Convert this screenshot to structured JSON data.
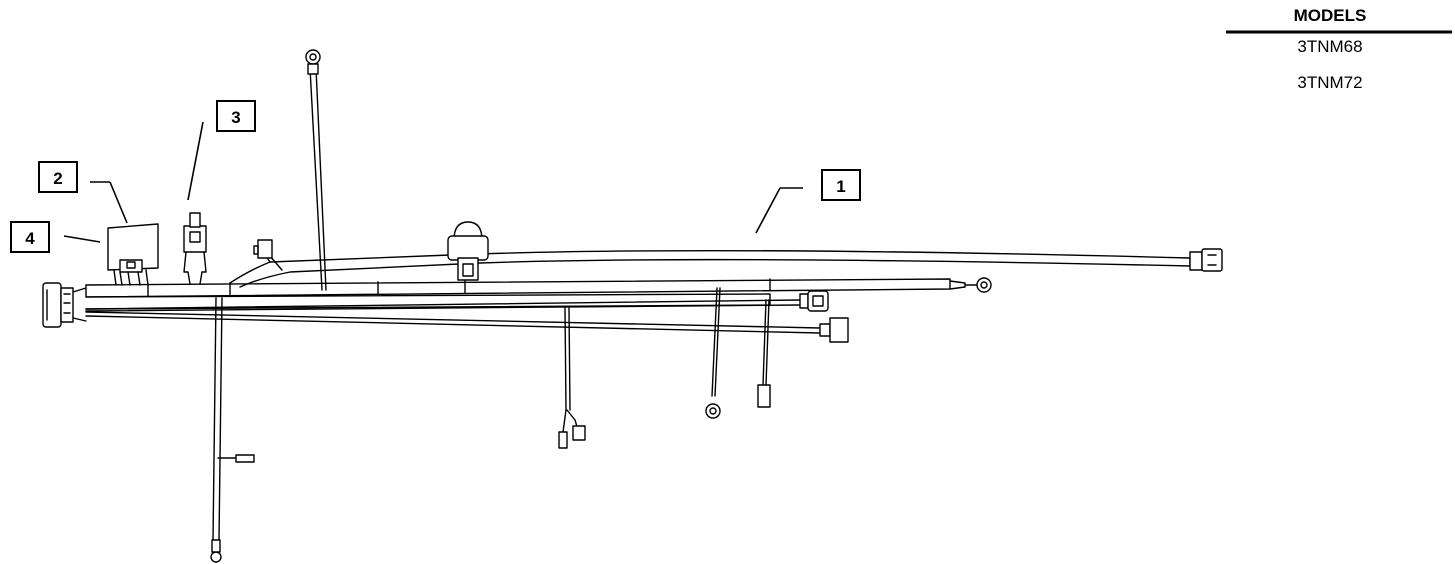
{
  "callouts": [
    {
      "id": "callout-1",
      "label": "1",
      "part": "wire-harness"
    },
    {
      "id": "callout-2",
      "label": "2",
      "part": "relay-box"
    },
    {
      "id": "callout-3",
      "label": "3",
      "part": "relay"
    },
    {
      "id": "callout-4",
      "label": "4",
      "part": "relay-box-connector"
    }
  ],
  "models": {
    "title": "MODELS",
    "items": [
      "3TNM68",
      "3TNM72"
    ]
  }
}
